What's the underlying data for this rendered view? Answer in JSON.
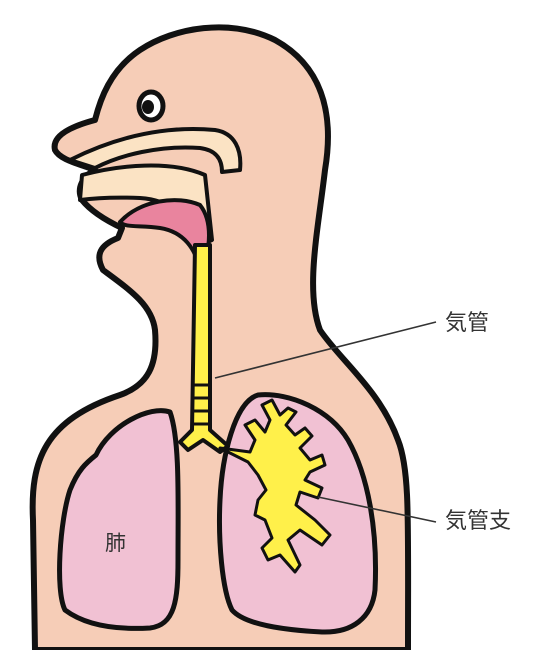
{
  "labels": {
    "trachea": "気管",
    "bronchus": "気管支",
    "lung": "肺"
  },
  "colors": {
    "skin": "#F6CDB7",
    "outline": "#111111",
    "mouth": "#E9849E",
    "throat": "#FBE3C4",
    "airway": "#FFF04A",
    "lung": "#F1C1D3",
    "eye": "#FFFFFF",
    "leader": "#333333"
  },
  "icons": {
    "figure": "human-respiratory-system-cross-section"
  }
}
